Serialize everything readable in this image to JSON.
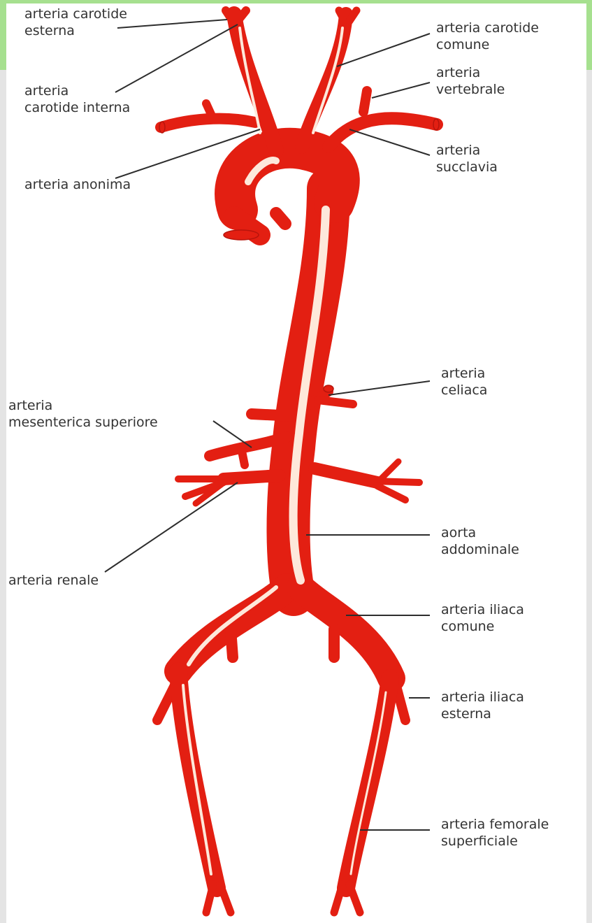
{
  "colors": {
    "artery": "#e31f12",
    "artery_dark": "#b7140c",
    "highlight": "#fff3e6",
    "leader": "#2d2d2d",
    "frame_green": "#a6e08f"
  },
  "labels": {
    "carotide_esterna": [
      "arteria carotide",
      "esterna"
    ],
    "carotide_interna": [
      "arteria",
      "carotide interna"
    ],
    "anonima": [
      "arteria anonima"
    ],
    "carotide_comune": [
      "arteria carotide",
      "comune"
    ],
    "vertebrale": [
      "arteria",
      "vertebrale"
    ],
    "succlavia": [
      "arteria",
      "succlavia"
    ],
    "celiaca": [
      "arteria",
      "celiaca"
    ],
    "mesenterica": [
      "arteria",
      "mesenterica superiore"
    ],
    "renale": [
      "arteria renale"
    ],
    "aorta_addominale": [
      "aorta",
      "addominale"
    ],
    "iliaca_comune": [
      "arteria iliaca",
      "comune"
    ],
    "iliaca_esterna": [
      "arteria iliaca",
      "esterna"
    ],
    "femorale": [
      "arteria femorale",
      "superficiale"
    ]
  }
}
